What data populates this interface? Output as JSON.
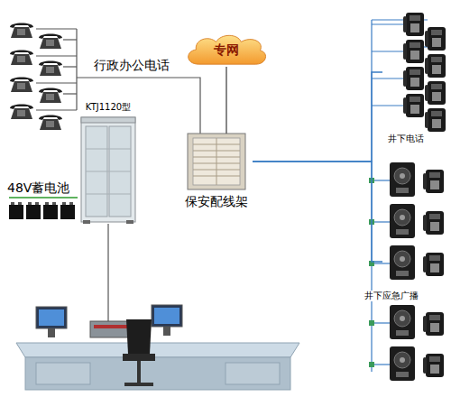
{
  "diagram": {
    "nodes": [
      {
        "text": [
          "专网"
        ]
      },
      {
        "text": [
          "KTJ1120型"
        ]
      },
      {
        "text": [
          "48V蓄电池"
        ]
      },
      {
        "text": [
          "保安配线架"
        ]
      },
      {
        "text": [
          "井下电话"
        ]
      },
      {
        "text": [
          "井下应急广播"
        ]
      }
    ],
    "edges": [
      {
        "from": 0,
        "to": 3,
        "arrow": "none"
      },
      {
        "from": 3,
        "to": 4,
        "arrow": "none"
      },
      {
        "from": 3,
        "to": 5,
        "arrow": "none"
      }
    ],
    "labels": [
      "行政办公电话"
    ]
  }
}
